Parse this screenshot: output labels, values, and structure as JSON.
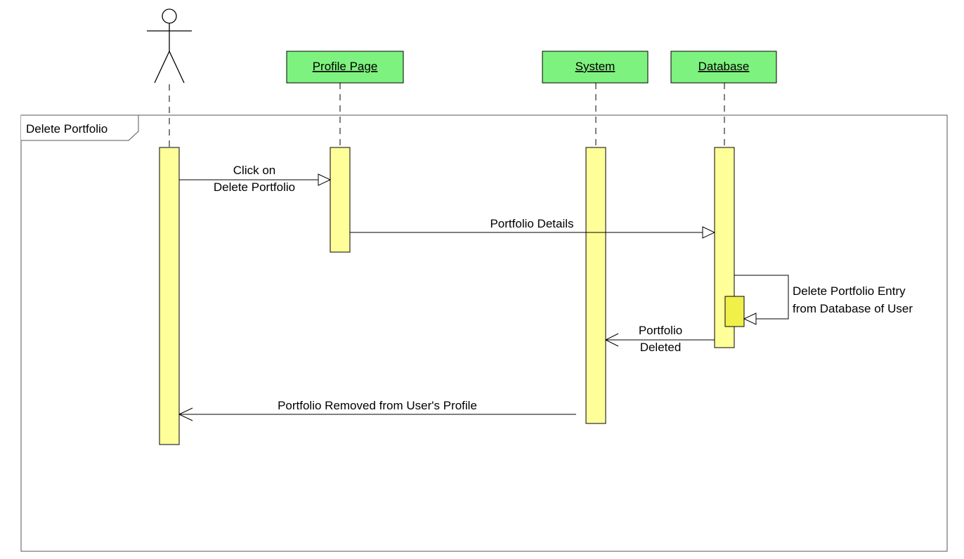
{
  "frame": {
    "title": "Delete Portfolio"
  },
  "participants": [
    {
      "id": "user",
      "kind": "actor",
      "label": ""
    },
    {
      "id": "profile_page",
      "kind": "object",
      "label": "Profile Page"
    },
    {
      "id": "system",
      "kind": "object",
      "label": "System"
    },
    {
      "id": "database",
      "kind": "object",
      "label": "Database"
    }
  ],
  "messages": [
    {
      "from": "user",
      "to": "profile_page",
      "lines": [
        "Click on",
        "Delete Portfolio"
      ]
    },
    {
      "from": "profile_page",
      "to": "database",
      "lines": [
        "Portfolio Details"
      ]
    },
    {
      "from": "database",
      "to": "database",
      "lines": [
        "Delete Portfolio Entry",
        "from Database of User"
      ]
    },
    {
      "from": "database",
      "to": "system",
      "lines": [
        "Portfolio",
        "Deleted"
      ]
    },
    {
      "from": "system",
      "to": "user",
      "lines": [
        "Portfolio Removed from User's Profile"
      ]
    }
  ],
  "colors": {
    "header_fill": "#7ef27e",
    "activation_fill": "#ffff99",
    "self_activation_fill": "#f0f04a",
    "stroke": "#000000",
    "frame_stroke": "#555555"
  }
}
